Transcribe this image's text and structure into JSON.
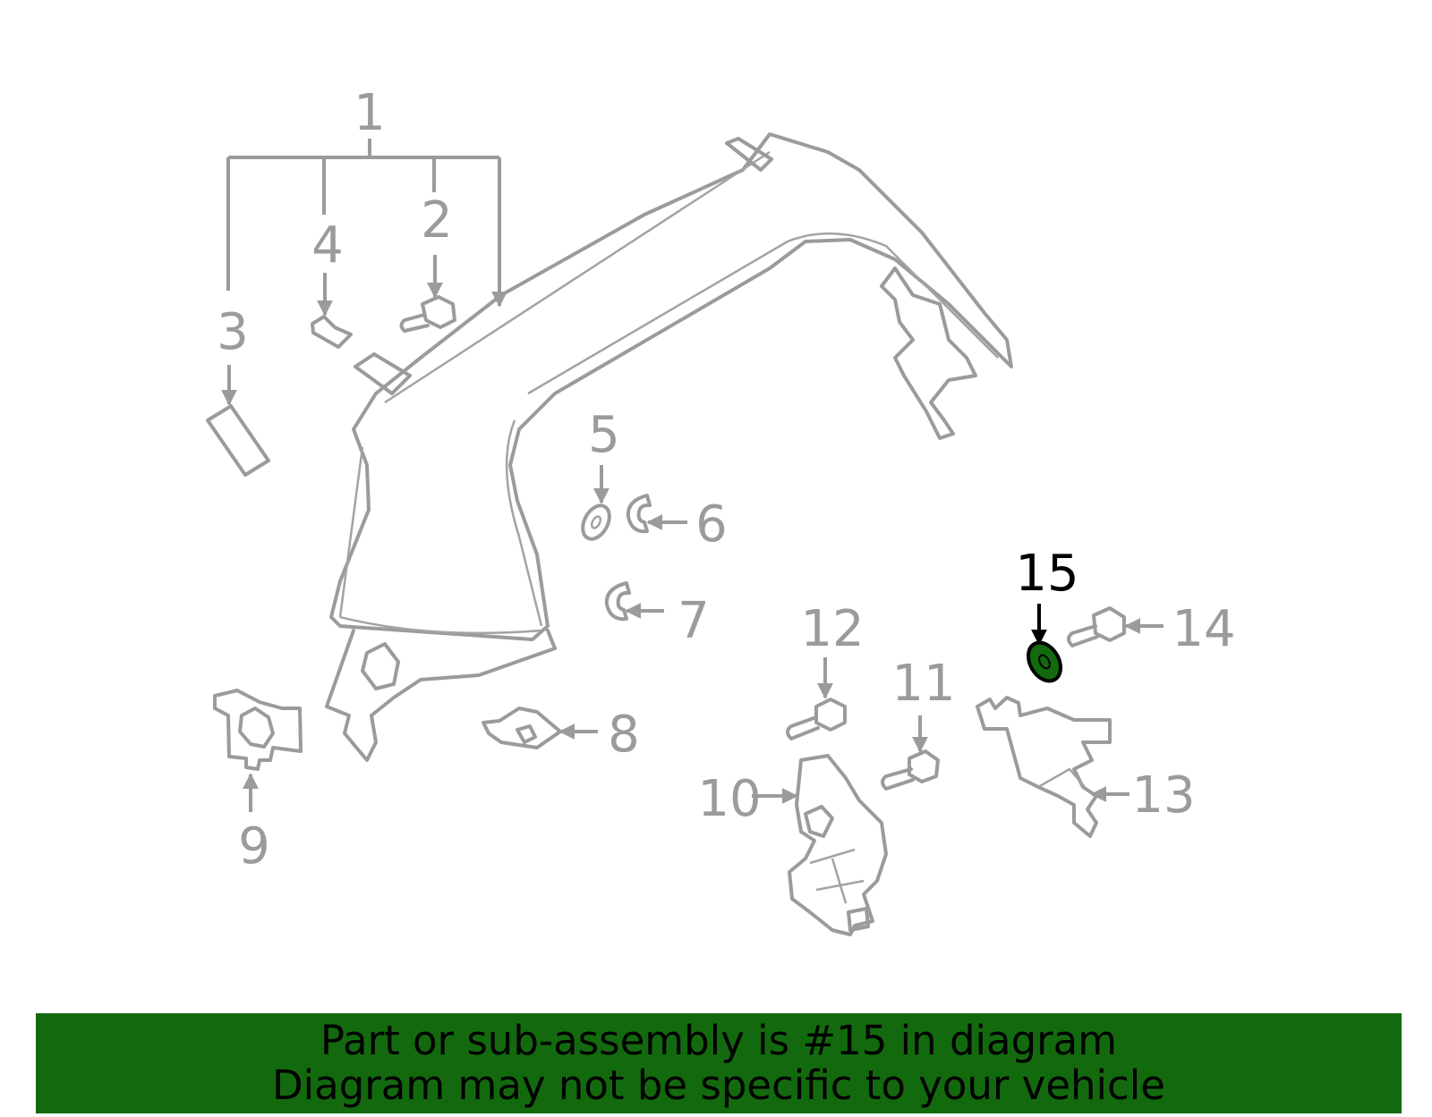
{
  "diagram": {
    "callouts": {
      "c1": "1",
      "c2": "2",
      "c3": "3",
      "c4": "4",
      "c5": "5",
      "c6": "6",
      "c7": "7",
      "c8": "8",
      "c9": "9",
      "c10": "10",
      "c11": "11",
      "c12": "12",
      "c13": "13",
      "c14": "14",
      "c15": "15"
    },
    "highlighted_part": "15",
    "colors": {
      "line": "#9b9b9b",
      "highlight_fill": "#136a0e",
      "highlight_text": "#000000"
    }
  },
  "banner": {
    "line1": "Part or sub-assembly is #15 in diagram",
    "line2": "Diagram may not be specific to your vehicle",
    "background": "#136a0e"
  }
}
